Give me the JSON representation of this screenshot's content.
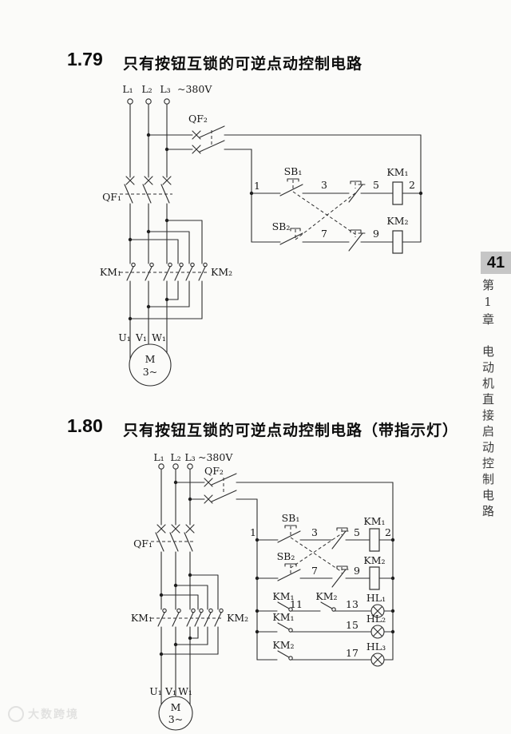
{
  "page": {
    "page_number": "41",
    "chapter_vertical": "第1章　电动机直接启动控制电路",
    "watermark": "大数跨境"
  },
  "fig179": {
    "number": "1.79",
    "title": "只有按钮互锁的可逆点动控制电路",
    "labels": {
      "l1": "L₁",
      "l2": "L₂",
      "l3": "L₃",
      "voltage": "~380V",
      "qf1": "QF₁",
      "qf2": "QF₂",
      "sb1": "SB₁",
      "sb2": "SB₂",
      "km1": "KM₁",
      "km2": "KM₂",
      "u1": "U₁",
      "v1": "V₁",
      "w1": "W₁",
      "motor_m": "M",
      "motor_ph": "3~"
    },
    "nodes": {
      "n1": "1",
      "n2": "2",
      "n3": "3",
      "n5": "5",
      "n7": "7",
      "n9": "9"
    }
  },
  "fig180": {
    "number": "1.80",
    "title": "只有按钮互锁的可逆点动控制电路（带指示灯）",
    "labels": {
      "l1": "L₁",
      "l2": "L₂",
      "l3": "L₃",
      "voltage": "~380V",
      "qf1": "QF₁",
      "qf2": "QF₂",
      "sb1": "SB₁",
      "sb2": "SB₂",
      "km1": "KM₁",
      "km2": "KM₂",
      "hl1": "HL₁",
      "hl2": "HL₂",
      "hl3": "HL₃",
      "u1": "U₁",
      "v1": "V₁",
      "w1": "W₁",
      "motor_m": "M",
      "motor_ph": "3~"
    },
    "nodes": {
      "n1": "1",
      "n2": "2",
      "n3": "3",
      "n5": "5",
      "n7": "7",
      "n9": "9",
      "n11": "11",
      "n13": "13",
      "n15": "15",
      "n17": "17"
    }
  }
}
